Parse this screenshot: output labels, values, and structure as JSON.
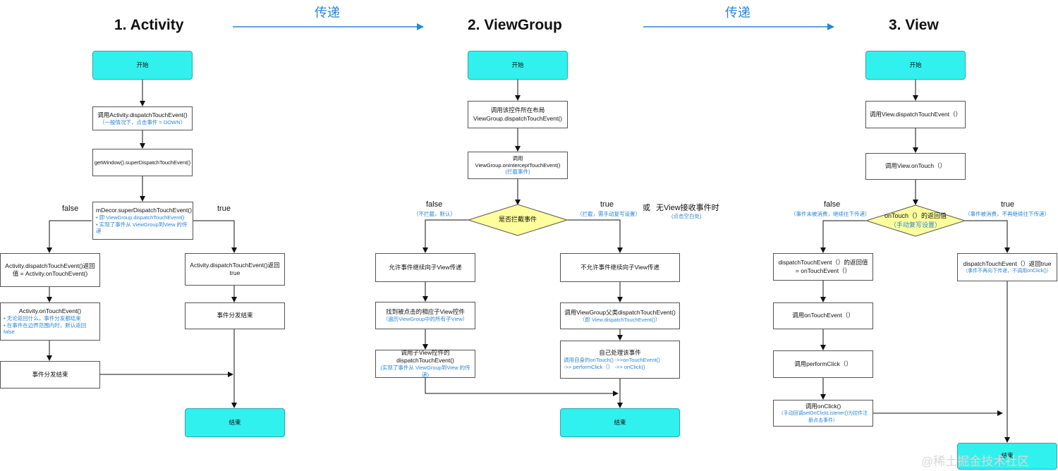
{
  "headings": {
    "activity": "1. Activity",
    "viewgroup": "2. ViewGroup",
    "view": "3. View"
  },
  "pass": {
    "first": "传递",
    "second": "传递"
  },
  "activity": {
    "start": "开始",
    "dispatch": "调用Activity.dispatchTouchEvent()",
    "dispatch_note": "（一般情况下，点击事件 = DOWN）",
    "getwindow": "getWindow().superDispatchTouchEvent()",
    "mdecor": "mDecor.superDispatchTouchEvent()",
    "mdecor_note1": "• 即 ViewGroup.dispatchTouchEvent()",
    "mdecor_note2": "• 实现了事件从 ViewGroup到View 的传递",
    "false_label": "false",
    "true_label": "true",
    "return_value": "Activity.dispatchTouchEvent()返回值 = Activity.onTouchEvent()",
    "return_true": "Activity.dispatchTouchEvent()返回true",
    "ontouch": "Activity.onTouchEvent()",
    "ontouch_note1": "• 无论返回什么，事件分发都结束",
    "ontouch_note2": "• 在事件在边界范围内时，默认返回false",
    "end_left": "事件分发结束",
    "end_right": "事件分发结束",
    "final": "结束"
  },
  "viewgroup": {
    "start": "开始",
    "dispatch": "调用该控件所在布局ViewGroup.dispatchTouchEvent()",
    "intercept": "调用ViewGroup.onInterceptTouchEvent()",
    "intercept_note": "(拦截事件)",
    "decision": "是否拦截事件",
    "false_label": "false",
    "false_note": "（不拦截，默认）",
    "true_label": "true",
    "true_note": "（拦截，需手动复写设置）",
    "or_label": "或",
    "noview_label": "无View接收事件时",
    "noview_note": "(点击空白处)",
    "allow": "允许事件继续向子View传递",
    "deny": "不允许事件继续向子View传递",
    "find": "找到被点击的相应子View控件",
    "find_note": "（遍历ViewGroup中的所有子View）",
    "parent_dispatch": "调用ViewGroup父类dispatchTouchEvent()",
    "parent_dispatch_note": "（即 View.dispatchTouchEvent()）",
    "child_dispatch": "调用子View控件的dispatchTouchEvent()",
    "child_dispatch_note": "(实现了事件从 ViewGroup到View 的传递)",
    "self_handle": "自己处理该事件",
    "self_handle_note1": "调用自身的onTouch() ->>onTouchEvent()",
    "self_handle_note2": "->> performClick（） ->> onClick()",
    "final": "结束"
  },
  "view": {
    "start": "开始",
    "dispatch": "调用View.dispatchTouchEvent（）",
    "ontouch_call": "调用View.onTouch（）",
    "decision": "onTouch（）的返回值",
    "decision_note": "（手动复写设置）",
    "false_label": "false",
    "false_note": "（事件未被消费，继续往下传递）",
    "true_label": "true",
    "true_note": "（事件被消费，不再继续往下传递）",
    "false_result": "dispatchTouchEvent（）的返回值 = onTouchEvent（）",
    "true_result": "dispatchTouchEvent（）返回true",
    "true_result_note": "（事件不再向下传递，不调用onClick()）",
    "ontouchevent": "调用onTouchEvent（）",
    "performclick": "调用performClick（）",
    "onclick": "调用onClick()",
    "onclick_note": "（手动回调setOnClickListener()为控件注册点击事件）",
    "final": "结束"
  },
  "watermark": "@稀土掘金技术社区",
  "colors": {
    "terminal": "#31f1ee",
    "decision": "#fefe9c",
    "note": "#2a86d6",
    "pass_arrow": "#2a86d6"
  }
}
